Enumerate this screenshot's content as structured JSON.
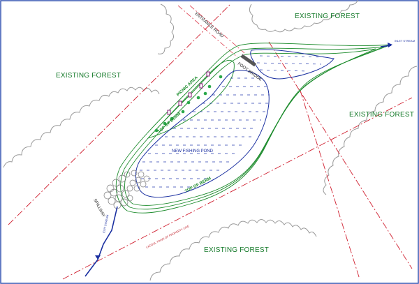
{
  "labels": {
    "forest_top": "EXISTING FOREST",
    "forest_left": "EXISTING FOREST",
    "forest_right": "EXISTING FOREST",
    "forest_bottom": "EXISTING FOREST",
    "entrance_road": "ENTRANCE ROAD",
    "inlet_stream": "INLET STREAM",
    "foot_bridge": "FOOT BRIDGE",
    "picnic_area": "PICNIC AREA",
    "top_of_berm_upper": "TOP OF BERM",
    "top_of_berm_lower": "TOP OF BERM",
    "new_fishing_pond": "NEW FISHING POND",
    "spillway": "SPILLWAY",
    "exit_stream": "EXIT STREAM",
    "property_line": "LACOUL TOWN OF PROPERTY LINE"
  },
  "colors": {
    "forest_text": "#157a2a",
    "berm": "#1a8a2a",
    "water": "#1a2fa0",
    "property_line": "#d02030",
    "road": "#e05060",
    "tree_line": "#9a9a9a"
  }
}
